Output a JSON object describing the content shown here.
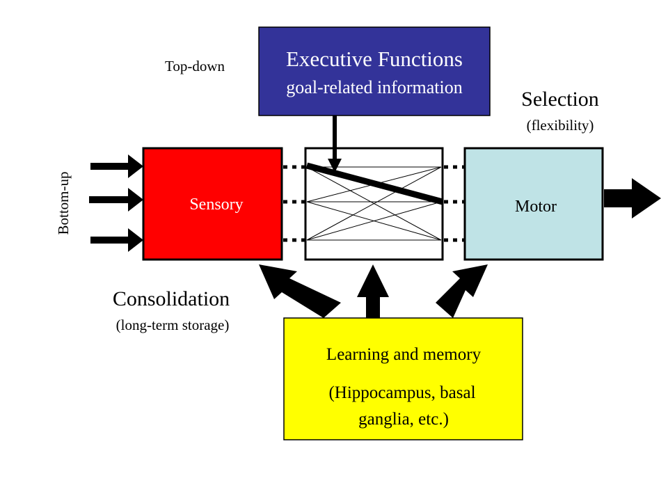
{
  "top_down_label": "Top-down",
  "bottom_up_label": "Bottom-up",
  "executive": {
    "title": "Executive Functions",
    "subtitle": "goal-related information"
  },
  "selection": {
    "title": "Selection",
    "subtitle": "(flexibility)"
  },
  "sensory_label": "Sensory",
  "motor_label": "Motor",
  "consolidation": {
    "title": "Consolidation",
    "subtitle": "(long-term storage)"
  },
  "learning": {
    "title": "Learning and memory",
    "line2": "(Hippocampus, basal",
    "line3": "ganglia, etc.)"
  },
  "colors": {
    "executive_fill": "#333399",
    "sensory_fill": "#FF0000",
    "motor_fill": "#BFE3E6",
    "learning_fill": "#FFFF00"
  }
}
